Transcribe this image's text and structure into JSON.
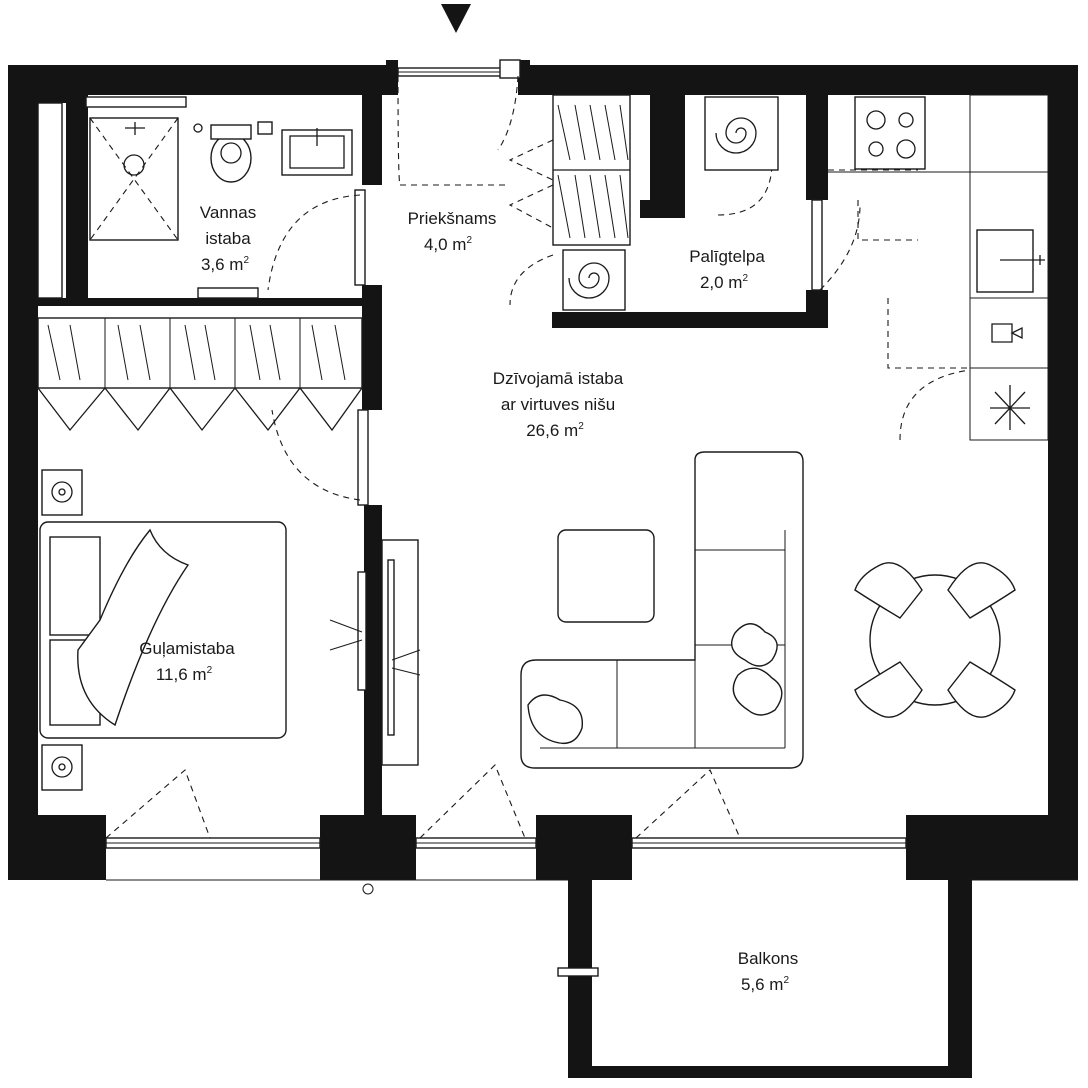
{
  "rooms": {
    "bathroom": {
      "name_line1": "Vannas",
      "name_line2": "istaba",
      "area": "3,6 m",
      "unit_sup": "2"
    },
    "hallway": {
      "name": "Priekšnams",
      "area": "4,0 m",
      "unit_sup": "2"
    },
    "utility": {
      "name": "Palīgtelpa",
      "area": "2,0 m",
      "unit_sup": "2"
    },
    "living": {
      "name_line1": "Dzīvojamā istaba",
      "name_line2": "ar virtuves nišu",
      "area": "26,6 m",
      "unit_sup": "2"
    },
    "bedroom": {
      "name": "Guļamistaba",
      "area": "11,6 m",
      "unit_sup": "2"
    },
    "balcony": {
      "name": "Balkons",
      "area": "5,6 m",
      "unit_sup": "2"
    }
  },
  "colors": {
    "wall": "#141414",
    "line": "#1a1a1a",
    "background": "#ffffff"
  }
}
